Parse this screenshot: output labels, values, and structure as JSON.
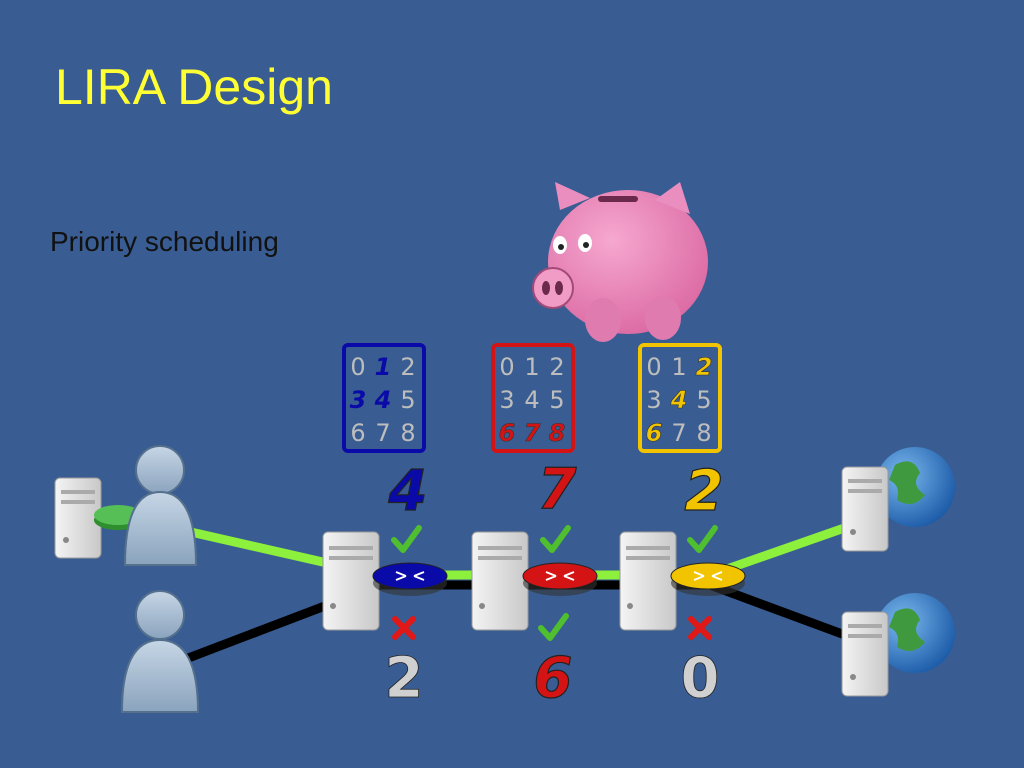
{
  "slide": {
    "title": "LIRA Design",
    "subtitle": "Priority scheduling"
  },
  "colors": {
    "background": "#395d92",
    "title": "#ffff33",
    "blue_router": "#0a0aa8",
    "red_router": "#d41414",
    "yellow_router": "#f2c400",
    "green_link": "#8cf03c",
    "check": "#4fbf2f",
    "cross": "#e01818"
  },
  "routers": [
    {
      "id": "blue",
      "grid": [
        [
          "0",
          "1",
          "2"
        ],
        [
          "3",
          "4",
          "5"
        ],
        [
          "6",
          "7",
          "8"
        ]
      ],
      "highlighted": [
        "1",
        "3",
        "4"
      ],
      "top_number": "4",
      "bottom_number": "2"
    },
    {
      "id": "red",
      "grid": [
        [
          "0",
          "1",
          "2"
        ],
        [
          "3",
          "4",
          "5"
        ],
        [
          "6",
          "7",
          "8"
        ]
      ],
      "highlighted": [
        "6",
        "7",
        "8"
      ],
      "top_number": "7",
      "bottom_number": "6"
    },
    {
      "id": "yellow",
      "grid": [
        [
          "0",
          "1",
          "2"
        ],
        [
          "3",
          "4",
          "5"
        ],
        [
          "6",
          "7",
          "8"
        ]
      ],
      "highlighted": [
        "2",
        "4",
        "6"
      ],
      "top_number": "2",
      "bottom_number": "0"
    }
  ],
  "icons": [
    "piggy-bank-icon",
    "user-icon",
    "server-icon",
    "router-icon",
    "globe-icon",
    "check-icon",
    "cross-icon"
  ]
}
